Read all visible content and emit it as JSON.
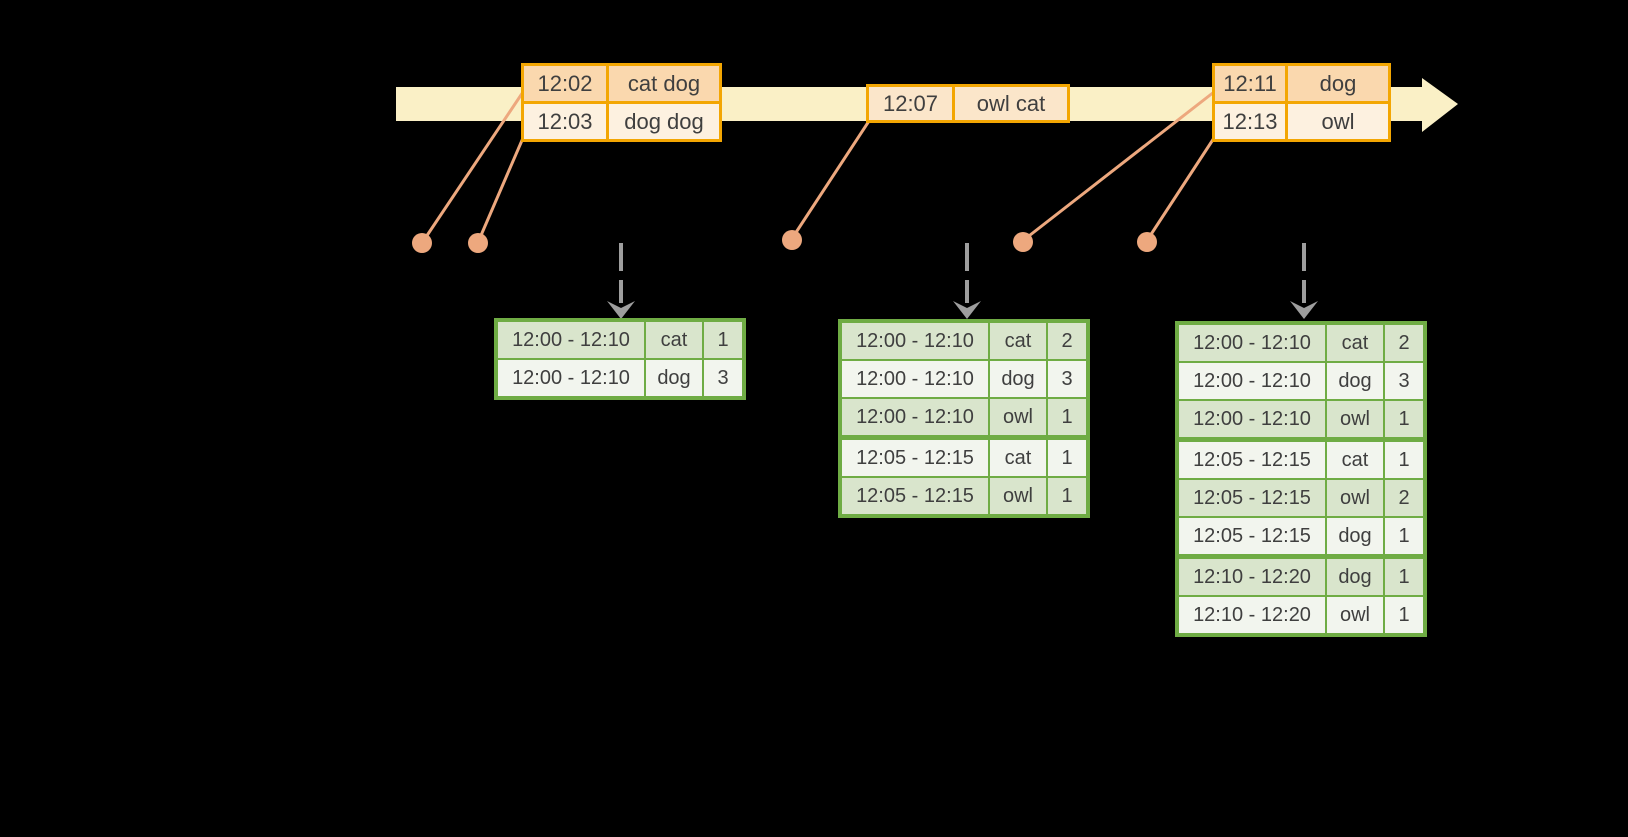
{
  "diagram": {
    "kind": "windowed-stream-aggregation",
    "event_tables": [
      {
        "rows": [
          {
            "time": "12:02",
            "words": "cat dog"
          },
          {
            "time": "12:03",
            "words": "dog dog"
          }
        ]
      },
      {
        "rows": [
          {
            "time": "12:07",
            "words": "owl cat"
          }
        ]
      },
      {
        "rows": [
          {
            "time": "12:11",
            "words": "dog"
          },
          {
            "time": "12:13",
            "words": "owl"
          }
        ]
      }
    ],
    "result_tables": [
      {
        "rows": [
          {
            "window": "12:00 - 12:10",
            "word": "cat",
            "count": "1"
          },
          {
            "window": "12:00 - 12:10",
            "word": "dog",
            "count": "3"
          }
        ]
      },
      {
        "rows": [
          {
            "window": "12:00 - 12:10",
            "word": "cat",
            "count": "2"
          },
          {
            "window": "12:00 - 12:10",
            "word": "dog",
            "count": "3"
          },
          {
            "window": "12:00 - 12:10",
            "word": "owl",
            "count": "1"
          },
          {
            "window": "12:05 - 12:15",
            "word": "cat",
            "count": "1"
          },
          {
            "window": "12:05 - 12:15",
            "word": "owl",
            "count": "1"
          }
        ]
      },
      {
        "rows": [
          {
            "window": "12:00 - 12:10",
            "word": "cat",
            "count": "2"
          },
          {
            "window": "12:00 - 12:10",
            "word": "dog",
            "count": "3"
          },
          {
            "window": "12:00 - 12:10",
            "word": "owl",
            "count": "1"
          },
          {
            "window": "12:05 - 12:15",
            "word": "cat",
            "count": "1"
          },
          {
            "window": "12:05 - 12:15",
            "word": "owl",
            "count": "2"
          },
          {
            "window": "12:05 - 12:15",
            "word": "dog",
            "count": "1"
          },
          {
            "window": "12:10 - 12:20",
            "word": "dog",
            "count": "1"
          },
          {
            "window": "12:10 - 12:20",
            "word": "owl",
            "count": "1"
          }
        ]
      }
    ],
    "colors": {
      "background": "#000000",
      "timeline_band": "#FAF0C6",
      "event_table_border": "#F3A602",
      "event_row_peach": "#FAD8AE",
      "event_row_cream": "#FDF1E0",
      "event_row_single": "#FBE6CA",
      "connector_salmon": "#EDA87E",
      "trigger_arrow_gray": "#9E9E9E",
      "result_table_border": "#6FAC44",
      "result_row_green": "#D9E5CC",
      "result_row_light": "#F2F5EE",
      "text": "#3F3F3F"
    }
  }
}
